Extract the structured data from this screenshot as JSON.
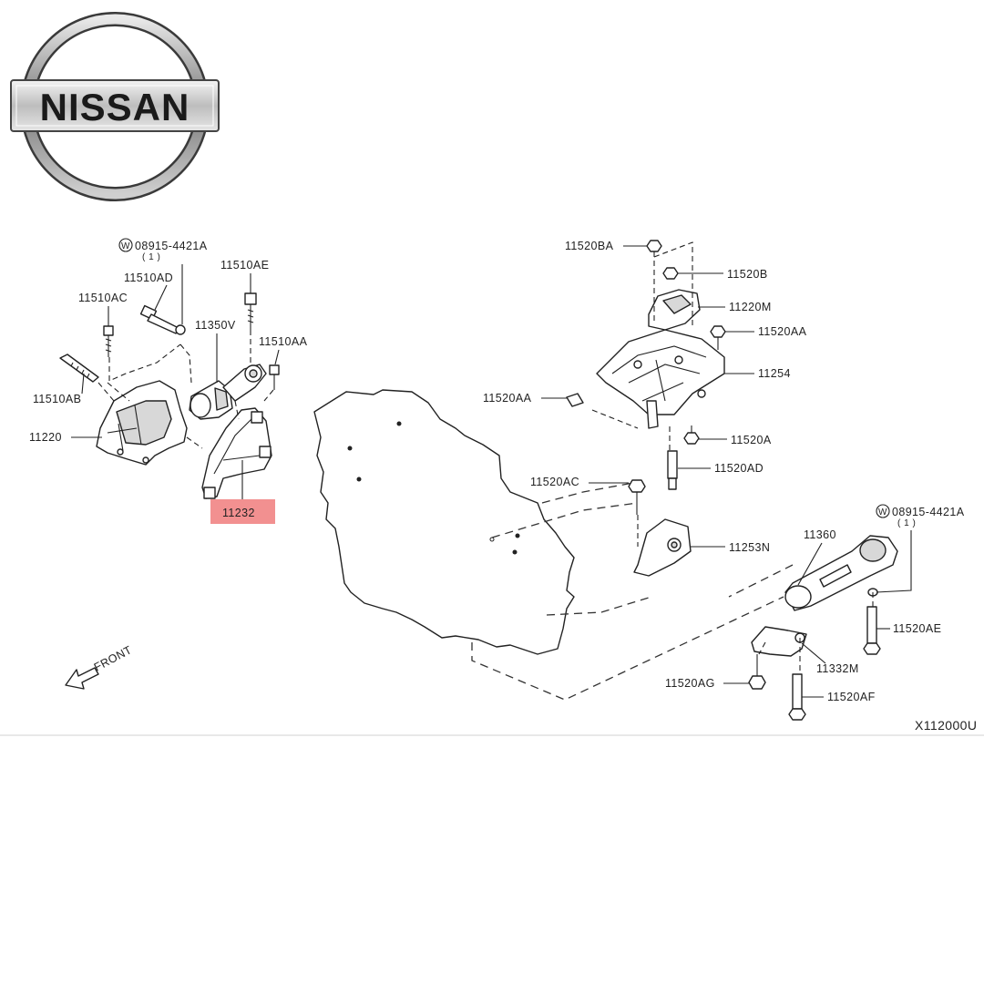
{
  "brand": {
    "logo_text": "NISSAN",
    "logo_icon": "nissan-logo-icon"
  },
  "diagram": {
    "ref_code": "X112000U",
    "front_label": "FRONT",
    "highlight_color": "#f07c7c",
    "labels": {
      "washer_left": "08915-4421A",
      "washer_left_qty": "( 1 )",
      "washer_right": "08915-4421A",
      "washer_right_qty": "( 1 )",
      "p11510AD": "11510AD",
      "p11510AE": "11510AE",
      "p11510AC": "11510AC",
      "p11350V": "11350V",
      "p11510AA": "11510AA",
      "p11510AB": "11510AB",
      "p11220": "11220",
      "p11232": "11232",
      "p11520BA": "11520BA",
      "p11520B": "11520B",
      "p11220M": "11220M",
      "p11520AA_r": "11520AA",
      "p11254": "11254",
      "p11520AA_l": "11520AA",
      "p11520A": "11520A",
      "p11520AD": "11520AD",
      "p11520AC": "11520AC",
      "p11253N": "11253N",
      "p11360": "11360",
      "p11520AE": "11520AE",
      "p11332M": "11332M",
      "p11520AG": "11520AG",
      "p11520AF": "11520AF"
    }
  }
}
